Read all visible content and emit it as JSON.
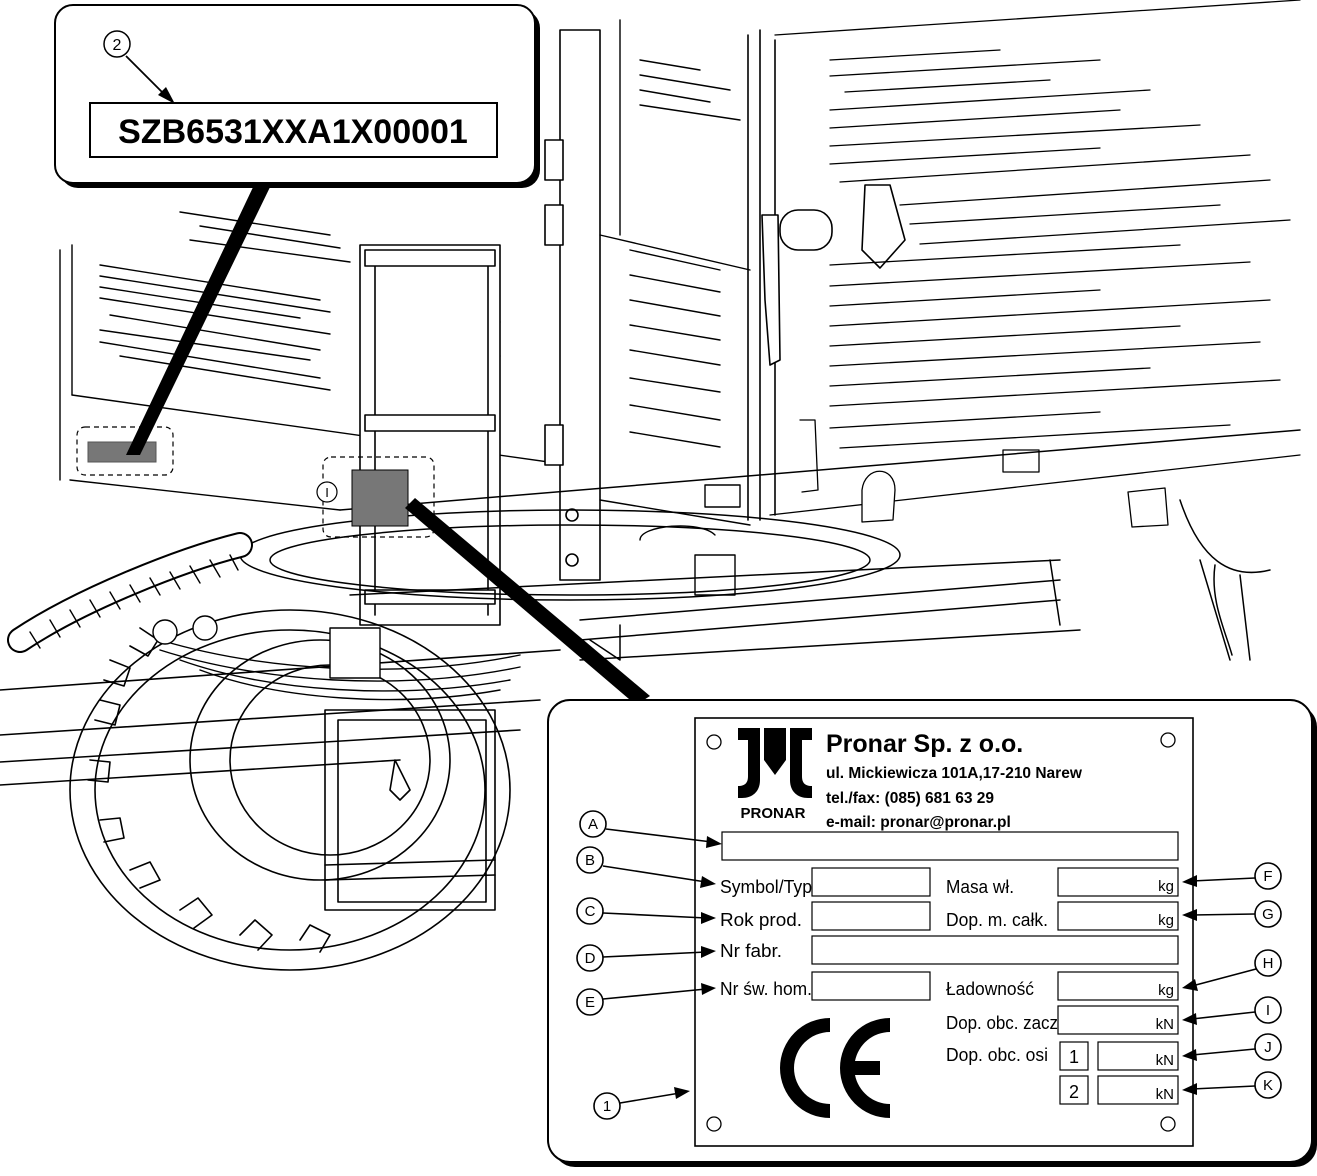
{
  "callouts": {
    "c1": "1",
    "c2": "2",
    "A": "A",
    "B": "B",
    "C": "C",
    "D": "D",
    "E": "E",
    "F": "F",
    "G": "G",
    "H": "H",
    "I": "I",
    "J": "J",
    "K": "K",
    "small_i": "I"
  },
  "vin": "SZB6531XXA1X00001",
  "plate": {
    "company": "Pronar Sp. z o.o.",
    "address": "ul. Mickiewicza 101A,17-210 Narew",
    "phone": "tel./fax: (085) 681 63 29",
    "email": "e-mail: pronar@pronar.pl",
    "logo_text": "PRONAR",
    "ce_mark": "CE",
    "labels": {
      "symbol": "Symbol/Typ",
      "year": "Rok prod.",
      "serial": "Nr fabr.",
      "homologation": "Nr św. hom.",
      "tare_mass": "Masa wł.",
      "gross_mass": "Dop. m. całk.",
      "payload": "Ładowność",
      "hitch_load": "Dop. obc. zacz",
      "axle_load": "Dop. obc. osi"
    },
    "units": {
      "kg1": "kg",
      "kg2": "kg",
      "kg3": "kg",
      "kn1": "kN",
      "kn2": "kN",
      "kn3": "kN"
    },
    "axle_numbers": [
      "1",
      "2"
    ]
  }
}
